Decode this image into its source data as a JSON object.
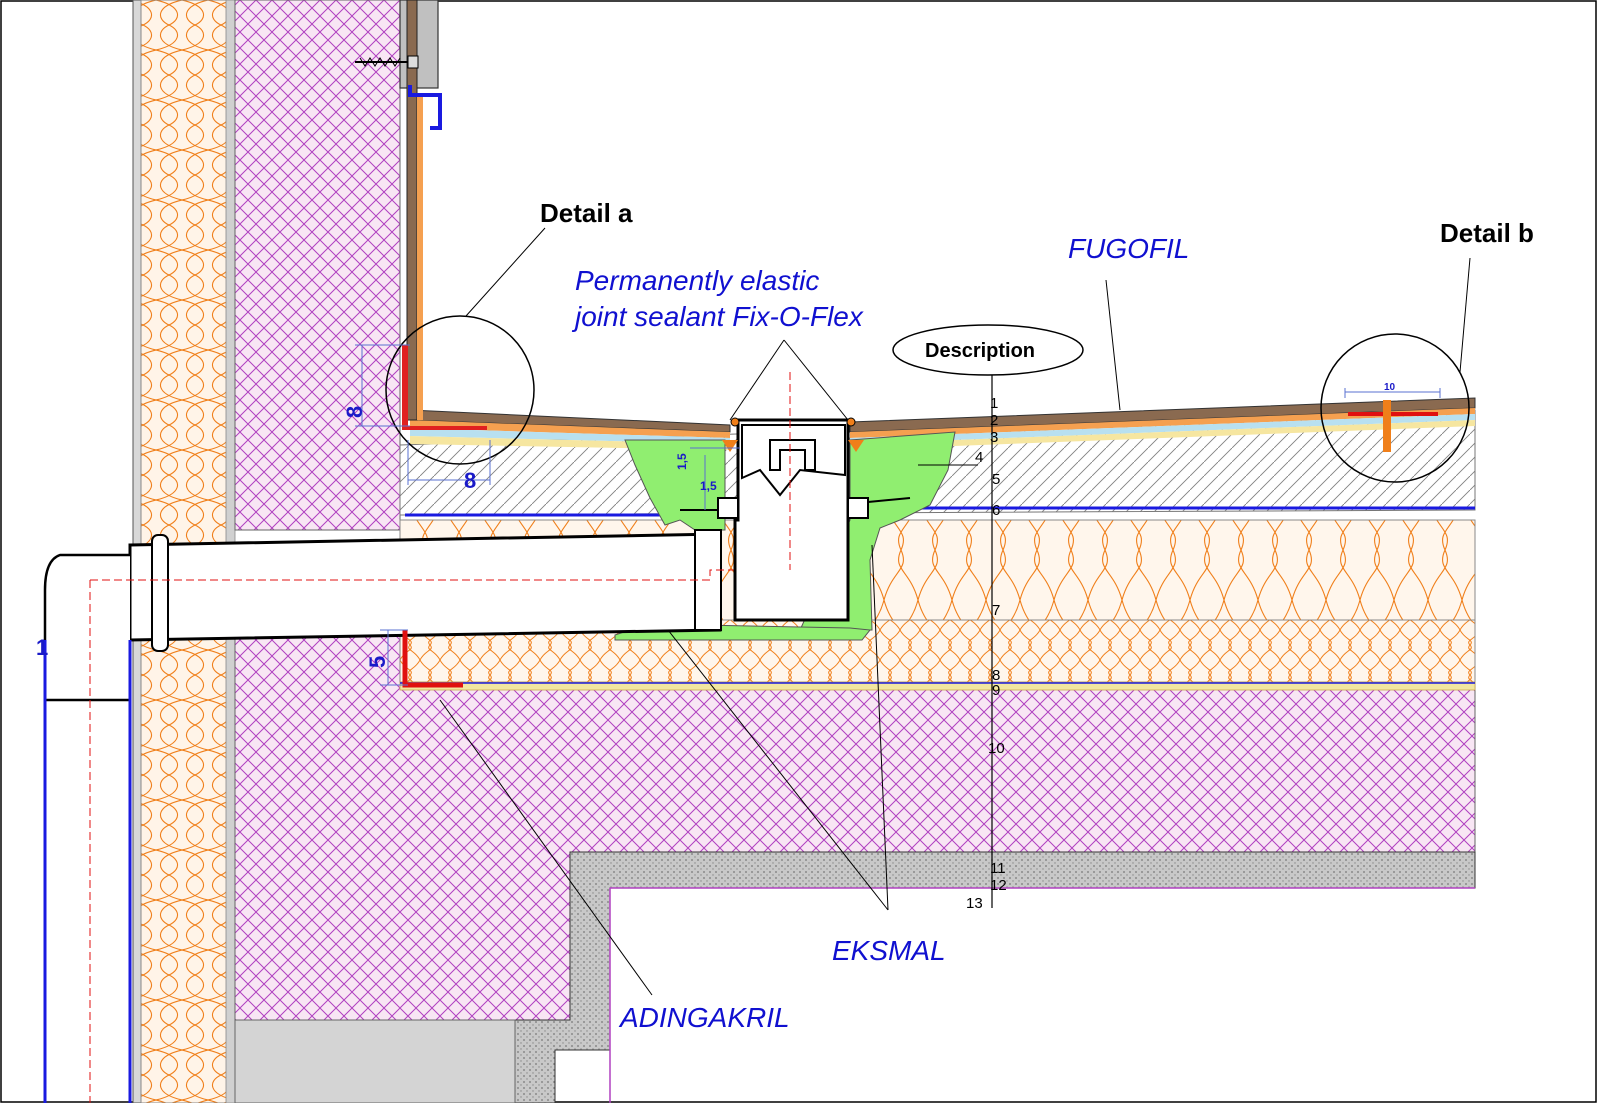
{
  "labels": {
    "detail_a": "Detail a",
    "detail_b": "Detail  b",
    "sealant_line1": "Permanently elastic",
    "sealant_line2": "joint sealant Fix-O-Flex",
    "fugofil": "FUGOFIL",
    "description": "Description",
    "eksmal": "EKSMAL",
    "adingakril": "ADINGAKRIL"
  },
  "layer_numbers": [
    "1",
    "2",
    "3",
    "4",
    "5",
    "6",
    "7",
    "8",
    "9",
    "10",
    "11",
    "12",
    "13"
  ],
  "dimensions": {
    "dim_8_vertical": "8",
    "dim_8_horizontal": "8",
    "dim_5": "5",
    "dim_1_5_a": "1,5",
    "dim_1_5_b": "1,5",
    "dim_10": "10",
    "dim_1": "1"
  },
  "colors": {
    "insulation": "#f07f1a",
    "masonry_hatch": "#b040c0",
    "membrane": "#1a1ae0",
    "sealant_green": "#90ee70",
    "detail_red": "#e01010",
    "screed_hatch": "#777777",
    "concrete": "#b8b8b8"
  }
}
